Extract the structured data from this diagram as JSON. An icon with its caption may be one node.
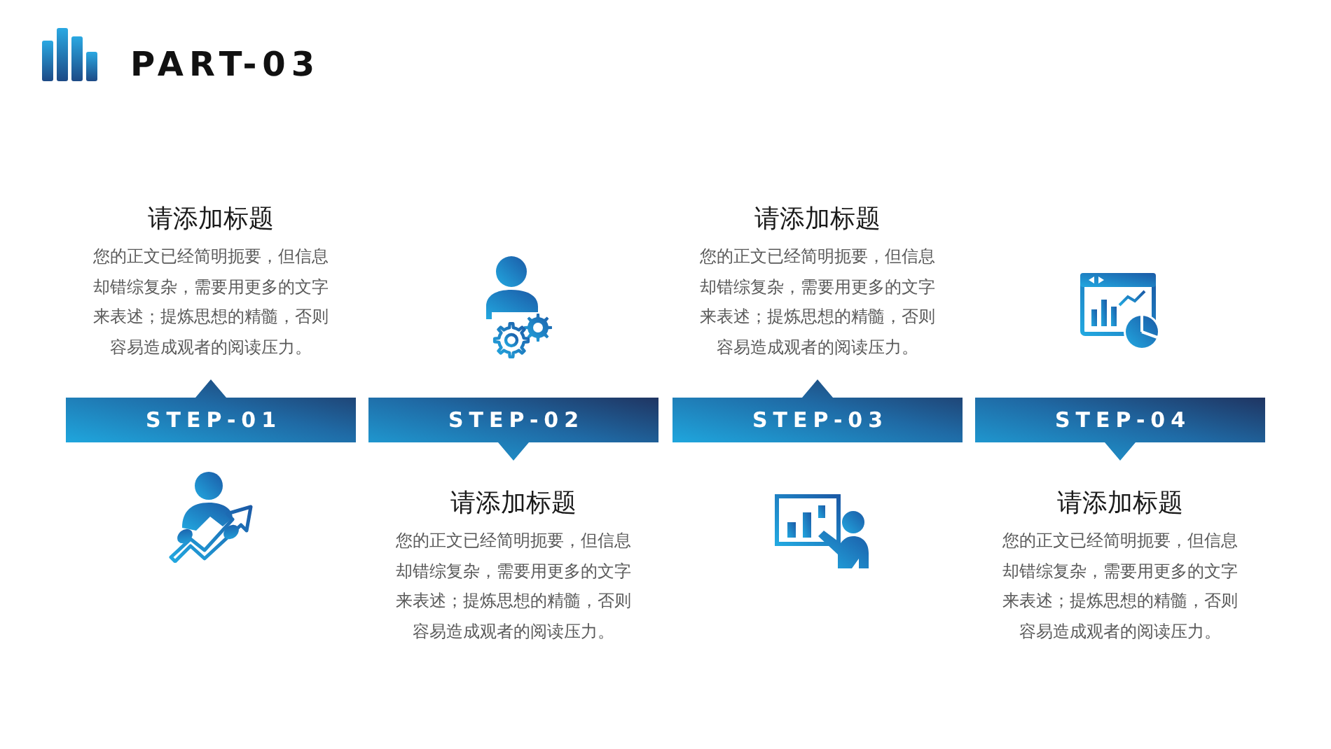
{
  "diagram": {
    "title": "PART-03",
    "nodes": [
      {
        "text": [
          "STEP-01"
        ],
        "beside": [
          "请添加标题",
          "您的正文已经简明扼要，但信息却错综复杂，需要用更多的文字来表述；提炼思想的精髓，否则容易造成观者的阅读压力。"
        ]
      },
      {
        "text": [
          "STEP-02"
        ],
        "beside": [
          "请添加标题",
          "您的正文已经简明扼要，但信息却错综复杂，需要用更多的文字来表述；提炼思想的精髓，否则容易造成观者的阅读压力。"
        ]
      },
      {
        "text": [
          "STEP-03"
        ],
        "beside": [
          "请添加标题",
          "您的正文已经简明扼要，但信息却错综复杂，需要用更多的文字来表述；提炼思想的精髓，否则容易造成观者的阅读压力。"
        ]
      },
      {
        "text": [
          "STEP-04"
        ],
        "beside": [
          "请添加标题",
          "您的正文已经简明扼要，但信息却错综复杂，需要用更多的文字来表述；提炼思想的精髓，否则容易造成观者的阅读压力。"
        ]
      }
    ]
  }
}
